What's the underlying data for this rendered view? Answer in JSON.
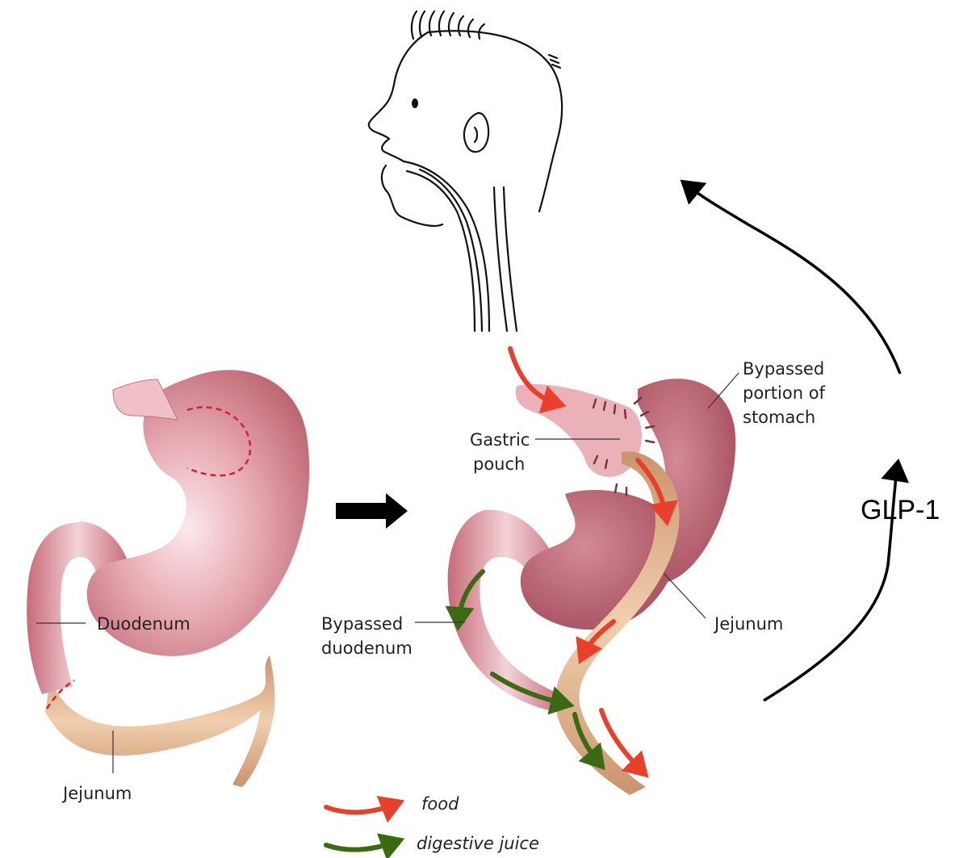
{
  "labels": {
    "left_duodenum": "Duodenum",
    "left_jejunum": "Jejunum",
    "gastric_pouch_1": "Gastric",
    "gastric_pouch_2": "pouch",
    "bypassed_stomach_1": "Bypassed",
    "bypassed_stomach_2": "portion of",
    "bypassed_stomach_3": "stomach",
    "right_jejunum": "Jejunum",
    "bypassed_duodenum_1": "Bypassed",
    "bypassed_duodenum_2": "duodenum",
    "hormone": "GLP-1"
  },
  "legend": {
    "food": "food",
    "digestive_juice": "digestive juice"
  },
  "colors": {
    "stomach": "#c9727f",
    "stomach_light": "#f3cfd3",
    "jejunum": "#e3b48c",
    "food_arrow": "#e8402a",
    "juice_arrow": "#3a6b12",
    "cut_line": "#d8202a",
    "staples": "#7a3340"
  }
}
